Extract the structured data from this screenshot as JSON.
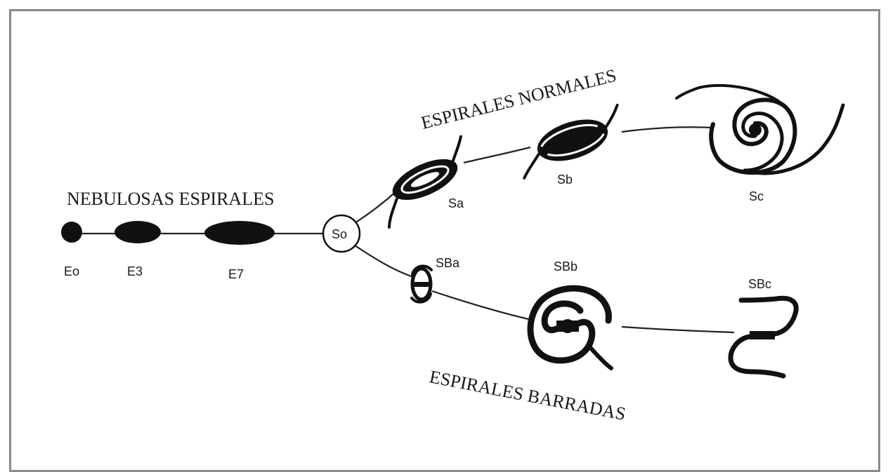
{
  "titles": {
    "ellipticals": "NEBULOSAS ESPIRALES",
    "normal_spirals": "ESPIRALES NORMALES",
    "barred_spirals": "ESPIRALES BARRADAS"
  },
  "types": {
    "e0": "Eo",
    "e3": "E3",
    "e7": "E7",
    "s0": "So",
    "sa": "Sa",
    "sb": "Sb",
    "sc": "Sc",
    "sba": "SBa",
    "sbb": "SBb",
    "sbc": "SBc"
  }
}
